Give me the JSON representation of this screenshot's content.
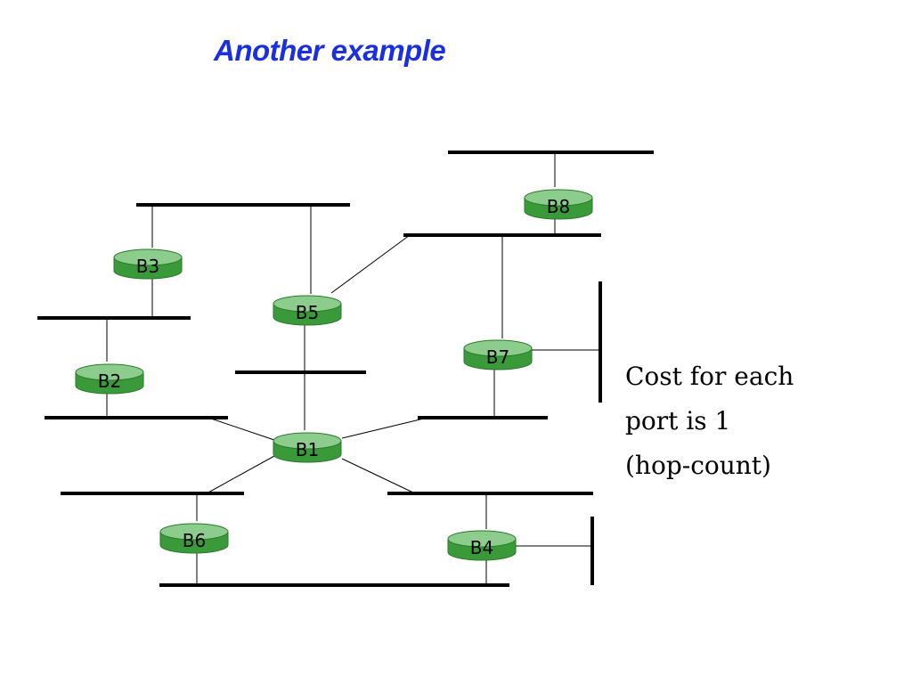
{
  "title": "Another example",
  "note_lines": [
    "Cost for each",
    "port is 1",
    "(hop-count)"
  ],
  "bridges": [
    "B1",
    "B2",
    "B3",
    "B4",
    "B5",
    "B6",
    "B7",
    "B8"
  ],
  "colors": {
    "title": "#1a2fe0",
    "bridge_side": "#3a9a3a",
    "bridge_top": "#8ccc8c",
    "bridge_edge": "#2a7a2a"
  }
}
